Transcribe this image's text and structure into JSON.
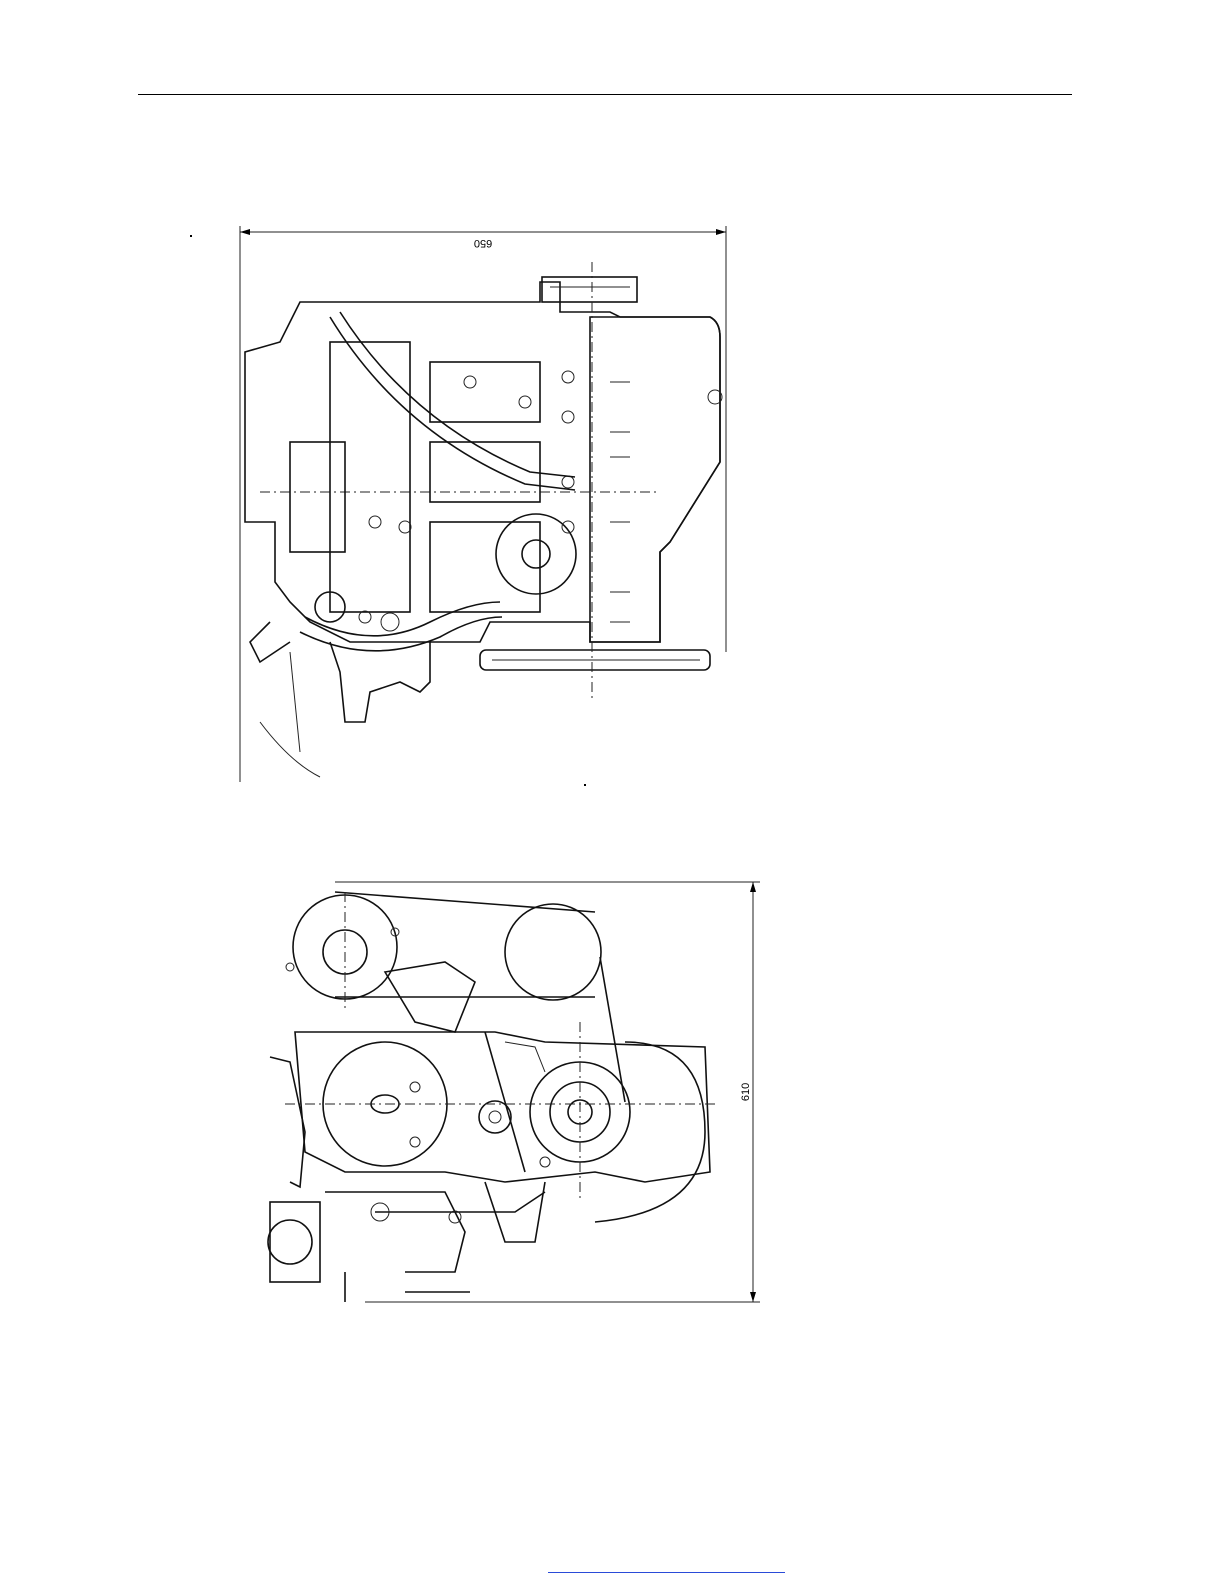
{
  "page": {
    "figures": [
      {
        "id": "engine-front-elevation",
        "icon": "engine-drawing-icon",
        "dimension_label": "650"
      },
      {
        "id": "engine-end-elevation",
        "icon": "engine-drawing-icon",
        "dimension_label": "610"
      }
    ]
  },
  "colors": {
    "ink": "#111111",
    "footer_link": "#2a4bd8",
    "background": "#ffffff"
  }
}
